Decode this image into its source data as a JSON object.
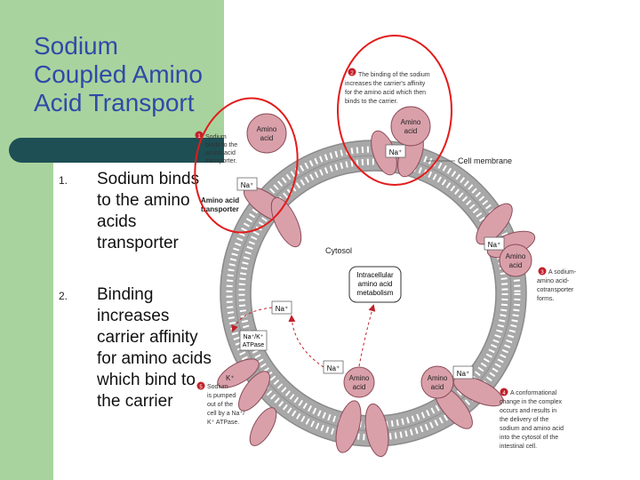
{
  "slide": {
    "title_lines": [
      "Sodium",
      "Coupled Amino",
      "Acid Transport"
    ],
    "steps": [
      {
        "number": "1.",
        "lines": [
          "Sodium binds",
          "to the amino",
          "acids",
          "transporter"
        ]
      },
      {
        "number": "2.",
        "lines": [
          "Binding",
          "increases",
          "carrier affinity",
          "for amino acids",
          "which bind to",
          "the carrier"
        ]
      }
    ]
  },
  "diagram": {
    "cell_membrane": "Cell membrane",
    "cytosol": "Cytosol",
    "metabolism": [
      "Intracellular",
      "amino acid",
      "metabolism"
    ],
    "na_plus": "Na⁺",
    "k_plus": "K⁺",
    "atpase": [
      "Na⁺/K⁺",
      "ATPase"
    ],
    "amino_acid": [
      "Amino",
      "acid"
    ],
    "transporter_label": [
      "Amino acid",
      "transporter"
    ],
    "step1_num": "1",
    "step1": [
      "Sodium",
      "binds to the",
      "amino acid",
      "transporter."
    ],
    "step2_num": "2",
    "step2": [
      "The binding of the sodium",
      "increases the carrier's affinity",
      "for the amino acid which then",
      "binds to the carrier."
    ],
    "step3_num": "3",
    "step3": [
      "A sodium-",
      "amino acid-",
      "cotransporter",
      "forms."
    ],
    "step4_num": "4",
    "step4": [
      "A conformational",
      "change in the complex",
      "occurs and results in",
      "the delivery of the",
      "sodium and amino acid",
      "into the cytosol of the",
      "intestinal cell."
    ],
    "step5_num": "5",
    "step5": [
      "Sodium",
      "is pumped",
      "out of the",
      "cell by a Na⁺/",
      "K⁺ ATPase."
    ],
    "colors": {
      "slide_green": "#a9d39e",
      "title_blue": "#2f4aa8",
      "accent_bar": "#1d4f54",
      "transporter_pink": "#d9a0aa",
      "step_marker": "#c0202a",
      "highlight_red": "#e31b1b"
    }
  }
}
